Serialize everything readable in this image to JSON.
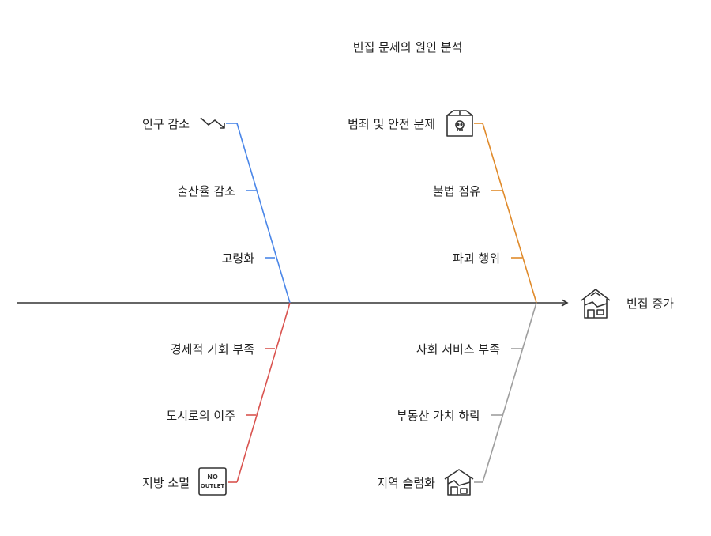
{
  "title": "빈집 문제의 원인 분석",
  "effect": {
    "label": "빈집 증가",
    "icon": "abandoned-house-icon"
  },
  "colors": {
    "spine": "#333333",
    "population": "#4a86e8",
    "crime": "#e08a2a",
    "economy": "#d9534f",
    "community": "#9e9e9e"
  },
  "branches": {
    "population": {
      "causes": [
        "인구 감소",
        "출산율 감소",
        "고령화"
      ],
      "icon": "decreasing-trend-icon"
    },
    "crime": {
      "causes": [
        "범죄 및 안전 문제",
        "불법 점유",
        "파괴 행위"
      ],
      "icon": "danger-box-icon"
    },
    "economy": {
      "causes": [
        "경제적 기회 부족",
        "도시로의 이주",
        "지방 소멸"
      ],
      "icon": "no-outlet-sign-icon",
      "sign_text": [
        "NO",
        "OUTLET"
      ]
    },
    "community": {
      "causes": [
        "사회 서비스 부족",
        "부동산 가치 하락",
        "지역 슬럼화"
      ],
      "icon": "broken-house-icon"
    }
  }
}
